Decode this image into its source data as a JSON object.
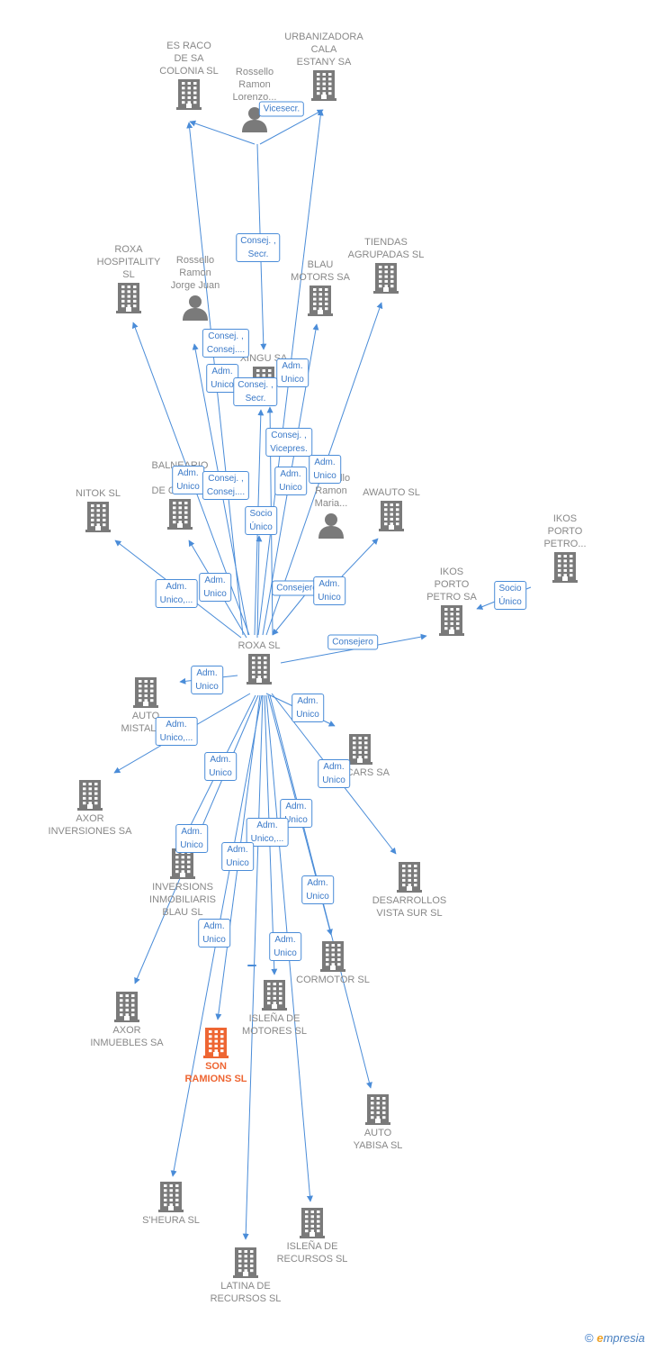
{
  "colors": {
    "building": "#7a7a7a",
    "focus": "#ee6633",
    "edge": "#4a8cd8",
    "label": "#888888"
  },
  "nodes": [
    {
      "id": "esraco",
      "type": "company",
      "label": "ES RACO\nDE SA\nCOLONIA  SL"
    },
    {
      "id": "urban",
      "type": "company",
      "label": "URBANIZADORA\nCALA\nESTANY SA"
    },
    {
      "id": "rlorenzo",
      "type": "person",
      "label": "Rossello\nRamon\nLorenzo..."
    },
    {
      "id": "roxahosp",
      "type": "company",
      "label": "ROXA\nHOSPITALITY\nSL"
    },
    {
      "id": "rjorge",
      "type": "person",
      "label": "Rossello\nRamon\nJorge Juan"
    },
    {
      "id": "blau",
      "type": "company",
      "label": "BLAU\nMOTORS SA"
    },
    {
      "id": "tiendas",
      "type": "company",
      "label": "TIENDAS\nAGRUPADAS SL"
    },
    {
      "id": "xingu",
      "type": "company",
      "label": "XINGU SA"
    },
    {
      "id": "nitok",
      "type": "company",
      "label": "NITOK SL"
    },
    {
      "id": "balneario",
      "type": "company",
      "label": "BALNEARIO\nDE\nDE OCIO SL"
    },
    {
      "id": "rmaria",
      "type": "person",
      "label": "Rossello\nRamon\nMaria..."
    },
    {
      "id": "awauto",
      "type": "company",
      "label": "AWAUTO SL"
    },
    {
      "id": "ikos2",
      "type": "company",
      "label": "IKOS\nPORTO\nPETRO..."
    },
    {
      "id": "ikos1",
      "type": "company",
      "label": "IKOS\nPORTO\nPETRO SA"
    },
    {
      "id": "roxa",
      "type": "company",
      "label": "ROXA SL"
    },
    {
      "id": "automist",
      "type": "company",
      "label": "AUTO\nMISTAL SL"
    },
    {
      "id": "axorinv",
      "type": "company",
      "label": "AXOR\nINVERSIONES SA"
    },
    {
      "id": "tcars",
      "type": "company",
      "label": "T   NCARS SA"
    },
    {
      "id": "invers",
      "type": "company",
      "label": "INVERSIONS\nINMOBILIARIS\nBLAU SL"
    },
    {
      "id": "desarr",
      "type": "company",
      "label": "DESARROLLOS\nVISTA SUR SL"
    },
    {
      "id": "cormotor",
      "type": "company",
      "label": "CORMOTOR SL"
    },
    {
      "id": "axorinm",
      "type": "company",
      "label": "AXOR\nINMUEBLES SA"
    },
    {
      "id": "islenamot",
      "type": "company",
      "label": "ISLEÑA DE\nMOTORES SL"
    },
    {
      "id": "sonramions",
      "type": "company",
      "label": "SON\nRAMIONS  SL",
      "focus": true
    },
    {
      "id": "autoyab",
      "type": "company",
      "label": "AUTO\nYABISA  SL"
    },
    {
      "id": "sheura",
      "type": "company",
      "label": "S'HEURA  SL"
    },
    {
      "id": "islenarec",
      "type": "company",
      "label": "ISLEÑA DE\nRECURSOS SL"
    },
    {
      "id": "latina",
      "type": "company",
      "label": "LATINA DE\nRECURSOS SL"
    }
  ],
  "roles": [
    {
      "id": "r1",
      "text": "Vicesecr."
    },
    {
      "id": "r2",
      "text": "Consej. ,\nSecr."
    },
    {
      "id": "r3",
      "text": "Consej. ,\nConsej...."
    },
    {
      "id": "r4",
      "text": "Adm.\nUnico"
    },
    {
      "id": "r5",
      "text": "Adm.\nUnico"
    },
    {
      "id": "r6",
      "text": "Consej. ,\nSecr."
    },
    {
      "id": "r7",
      "text": "Consej. ,\nVicepres."
    },
    {
      "id": "r8",
      "text": "Adm.\nUnico"
    },
    {
      "id": "r9",
      "text": "Adm.\nUnico"
    },
    {
      "id": "r10",
      "text": "Adm.\nUnico"
    },
    {
      "id": "r11",
      "text": "Consej. ,\nConsej...."
    },
    {
      "id": "r12",
      "text": "Socio\nÚnico"
    },
    {
      "id": "r13",
      "text": "Adm.\nUnico,..."
    },
    {
      "id": "r14",
      "text": "Adm.\nUnico"
    },
    {
      "id": "r15",
      "text": "Consejero"
    },
    {
      "id": "r16",
      "text": "Adm.\nUnico"
    },
    {
      "id": "r17",
      "text": "Socio\nÚnico"
    },
    {
      "id": "r18",
      "text": "Consejero"
    },
    {
      "id": "r19",
      "text": "Adm.\nUnico"
    },
    {
      "id": "r20",
      "text": "Adm.\nUnico,..."
    },
    {
      "id": "r21",
      "text": "Adm.\nUnico"
    },
    {
      "id": "r22",
      "text": "Adm.\nUnico"
    },
    {
      "id": "r23",
      "text": "Adm.\nUnico"
    },
    {
      "id": "r24",
      "text": "Adm.\nUnico"
    },
    {
      "id": "r25",
      "text": "Adm.\nUnico,..."
    },
    {
      "id": "r26",
      "text": "Adm.\nUnico"
    },
    {
      "id": "r27",
      "text": "Adm.\nUnico"
    },
    {
      "id": "r28",
      "text": "Adm.\nUnico"
    },
    {
      "id": "r29",
      "text": "Adm.\nUnico"
    },
    {
      "id": "r30",
      "text": "Adm.\nUnico"
    }
  ],
  "footer": {
    "copyright": "©",
    "brand_initial": "e",
    "brand_rest": "mpresia"
  }
}
